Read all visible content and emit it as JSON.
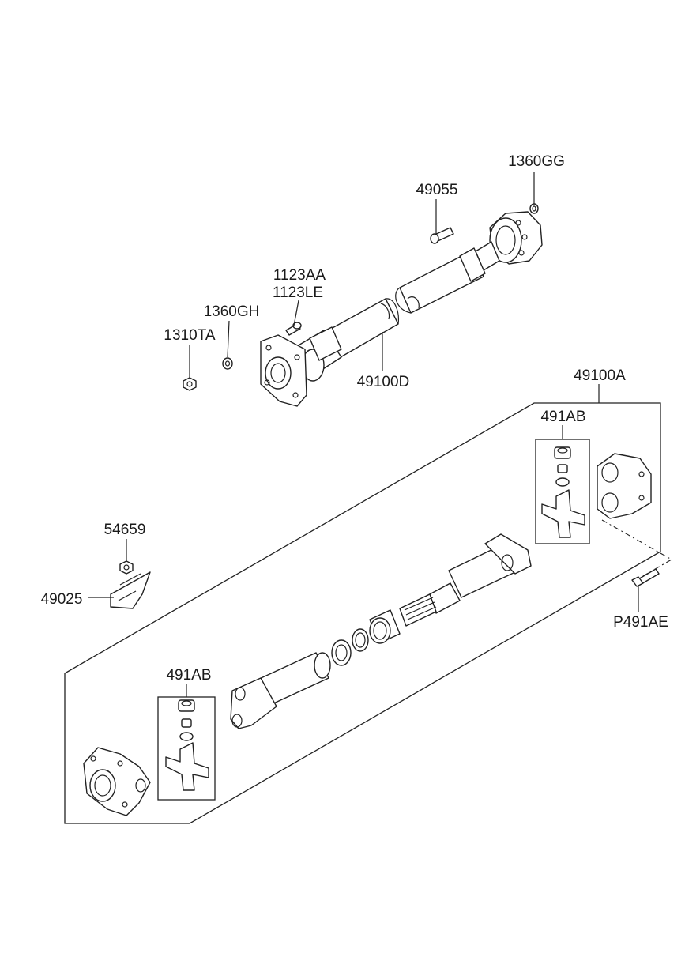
{
  "diagram": {
    "labels": {
      "p1360gg": "1360GG",
      "p49055": "49055",
      "p1123aa": "1123AA",
      "p1123le": "1123LE",
      "p1360gh": "1360GH",
      "p1310ta": "1310TA",
      "p49100d": "49100D",
      "p49100a": "49100A",
      "p491ab_top": "491AB",
      "p54659": "54659",
      "p49025": "49025",
      "p491ae": "P491AE",
      "p491ab_bottom": "491AB"
    }
  }
}
